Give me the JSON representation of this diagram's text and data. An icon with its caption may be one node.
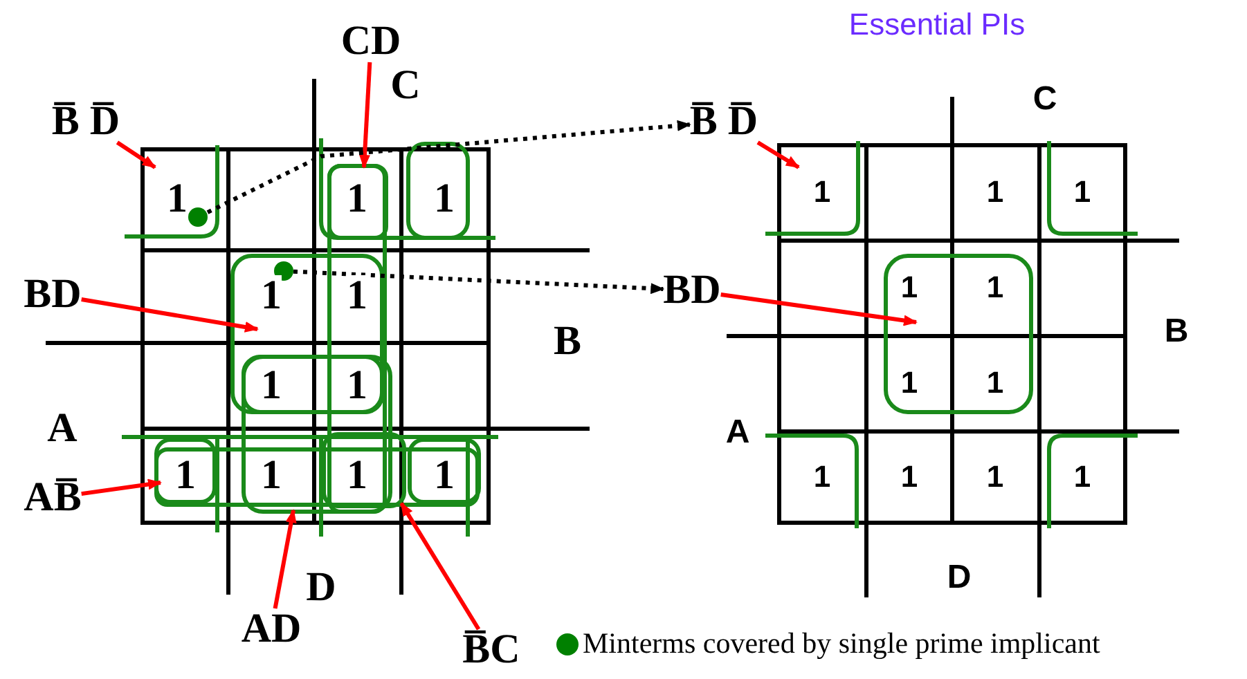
{
  "diagram": {
    "title": "Essential PIs",
    "nodes": [
      {
        "text": [
          "B̅ D̅"
        ]
      },
      {
        "text": [
          "CD"
        ]
      },
      {
        "text": [
          "BD"
        ]
      },
      {
        "text": [
          "AB̅"
        ]
      },
      {
        "text": [
          "AD"
        ]
      },
      {
        "text": [
          "B̅C"
        ]
      },
      {
        "text": [],
        "shape": "circle",
        "in": 10
      },
      {
        "text": [],
        "shape": "circle",
        "in": 12
      },
      {
        "text": [
          "B̅ D̅"
        ]
      },
      {
        "text": [
          "BD"
        ]
      },
      {
        "text": [],
        "shape": "box"
      },
      {
        "text": [],
        "shape": "box"
      },
      {
        "text": [],
        "shape": "box"
      },
      {
        "text": [],
        "shape": "box"
      },
      {
        "text": [],
        "shape": "box"
      },
      {
        "text": [],
        "shape": "box"
      },
      {
        "text": [],
        "shape": "box"
      },
      {
        "text": [],
        "shape": "box"
      }
    ],
    "edges": [
      {
        "from": 0,
        "to": 10,
        "arrow": "to"
      },
      {
        "from": 1,
        "to": 11,
        "arrow": "to"
      },
      {
        "from": 2,
        "to": 12,
        "arrow": "to"
      },
      {
        "from": 3,
        "to": 13,
        "arrow": "to"
      },
      {
        "from": 4,
        "to": 14,
        "arrow": "to"
      },
      {
        "from": 5,
        "to": 15,
        "arrow": "to"
      },
      {
        "from": 6,
        "to": 8,
        "arrow": "to",
        "style": "dashed",
        "color": "#000000"
      },
      {
        "from": 7,
        "to": 9,
        "arrow": "to",
        "style": "dashed",
        "color": "#000000"
      },
      {
        "from": 8,
        "to": 16,
        "arrow": "to"
      },
      {
        "from": 9,
        "to": 17,
        "arrow": "to"
      }
    ],
    "labels": [
      "C",
      "1",
      "1",
      "1",
      "1",
      "1",
      "1",
      "1",
      "1",
      "1",
      "1",
      "1",
      "B",
      "A",
      "D",
      "C",
      "1",
      "1",
      "1",
      "1",
      "1",
      "1",
      "1",
      "1",
      "1",
      "1",
      "1",
      "B",
      "A",
      "D"
    ],
    "legend": [
      {
        "text": "Minterms covered by single prime implicant",
        "color": "#008000"
      }
    ]
  }
}
